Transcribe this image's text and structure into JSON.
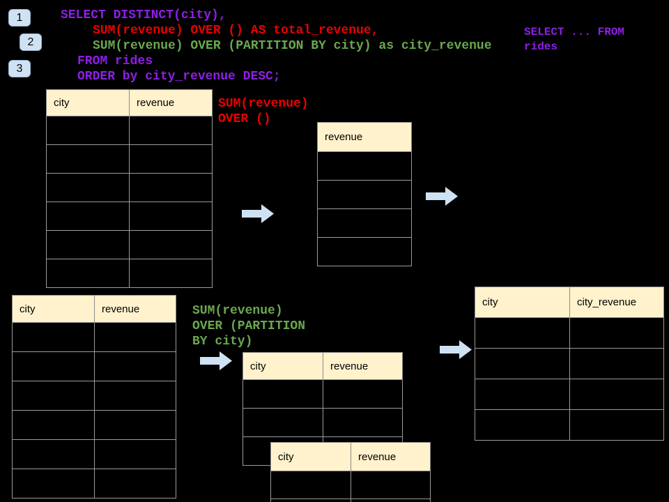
{
  "title_context": "SQL window functions diagram",
  "colors": {
    "background": "#000000",
    "sql_keyword_purple": "#8E1FE6",
    "total_revenue_red": "#EA0000",
    "partition_green": "#6AA84F",
    "table_header_fill": "#FFF2CC",
    "accent_light_blue": "#CFE2F3",
    "table_border_gray": "#9c9c9c"
  },
  "badges": {
    "step1": "1",
    "step2": "2",
    "step3": "3"
  },
  "sql": {
    "line1": "SELECT DISTINCT(city),",
    "line2": "SUM(revenue) OVER () AS total_revenue,",
    "line3": "SUM(revenue) OVER (PARTITION BY city) as city_revenue",
    "line4": "FROM rides",
    "line5": "ORDER by city_revenue DESC;"
  },
  "side_snippet": {
    "line1": "SELECT ... FROM",
    "line2": "rides"
  },
  "annotation_total": {
    "line1": "SUM(revenue)",
    "line2": "OVER ()"
  },
  "annotation_partition": {
    "line1": "SUM(revenue)",
    "line2": "OVER (PARTITION",
    "line3": "BY city)"
  },
  "tables": {
    "source_top": {
      "col1": "city",
      "col2": "revenue",
      "row_count": 6
    },
    "total_result": {
      "col1": "revenue",
      "row_count": 4
    },
    "source_bottom": {
      "col1": "city",
      "col2": "revenue",
      "row_count": 6
    },
    "partition_back": {
      "col1": "city",
      "col2": "revenue",
      "row_count": 3
    },
    "partition_front": {
      "col1": "city",
      "col2": "revenue",
      "row_count": 2
    },
    "city_revenue_result": {
      "col1": "city",
      "col2": "city_revenue",
      "row_count": 4
    }
  },
  "icons": {
    "flow_arrow": "right-block-arrow"
  }
}
